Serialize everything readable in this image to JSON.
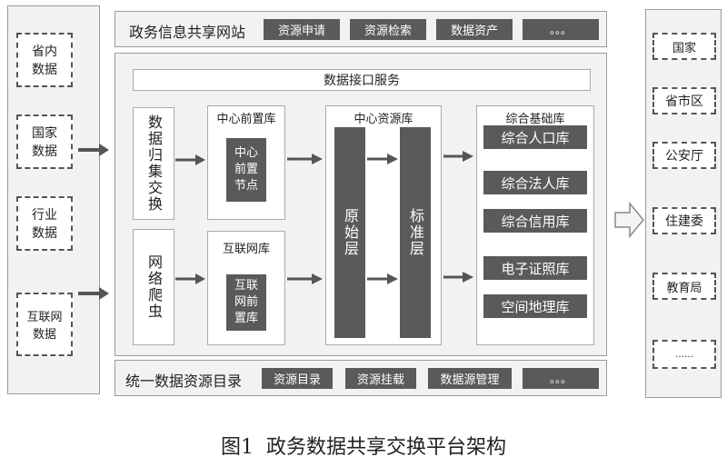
{
  "left_sources": [
    "省内\n数据",
    "国家\n数据",
    "行业\n数据",
    "互联网\n数据"
  ],
  "right_users": [
    "国家",
    "省市区",
    "公安厅",
    "住建委",
    "教育局",
    "……"
  ],
  "top_bar": {
    "title": "政务信息共享网站",
    "items": [
      "资源申请",
      "资源检索",
      "数据资产",
      "。。。"
    ]
  },
  "interface_service": "数据接口服务",
  "collection": {
    "top": "数据归集交换",
    "bottom": "网络爬虫"
  },
  "central_front": {
    "title": "中心前置库",
    "node": "中心\n前置\n节点"
  },
  "internet_db": {
    "title": "互联网库",
    "node": "互联\n网前\n置库"
  },
  "central_resource": {
    "title": "中心资源库",
    "raw": "原始层",
    "standard": "标准层"
  },
  "base_db": {
    "title": "综合基础库",
    "items": [
      "综合人口库",
      "综合法人库",
      "综合信用库",
      "电子证照库",
      "空间地理库"
    ]
  },
  "bottom_bar": {
    "title": "统一数据资源目录",
    "items": [
      "资源目录",
      "资源挂载",
      "数据源管理",
      "。。。"
    ]
  },
  "caption": "图1  政务数据共享交换平台架构"
}
